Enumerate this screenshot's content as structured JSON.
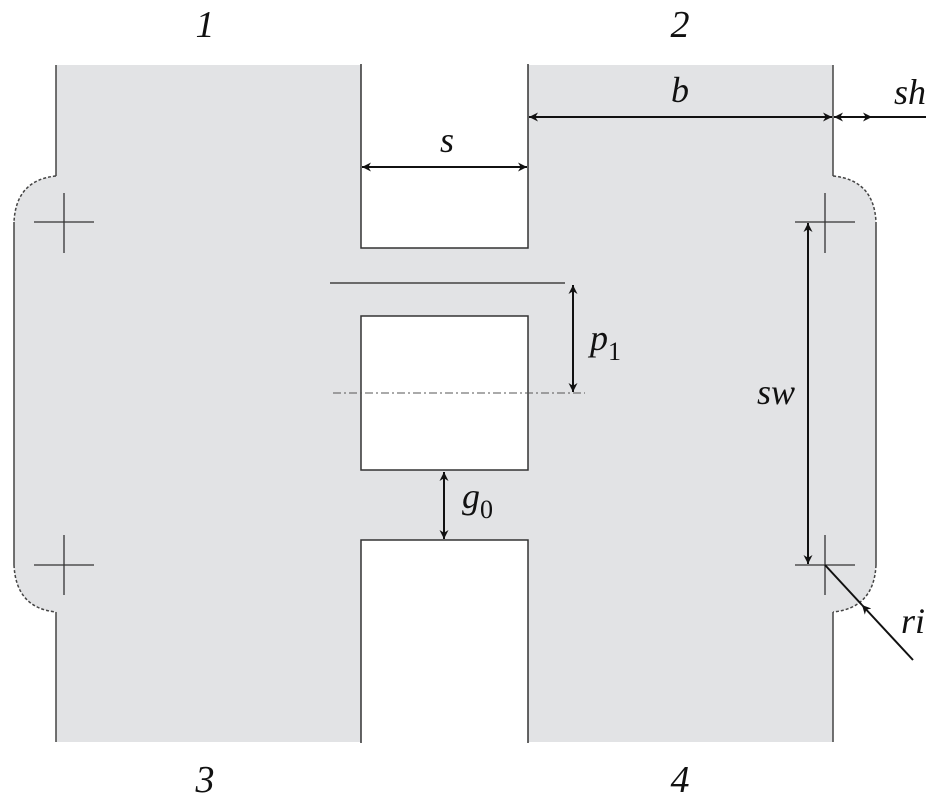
{
  "diagram": {
    "ports": [
      "1",
      "2",
      "3",
      "4"
    ],
    "dimensions": {
      "s": "s",
      "b": "b",
      "sh": "sh",
      "p1": {
        "base": "p",
        "sub": "1"
      },
      "sw": "sw",
      "g0": {
        "base": "g",
        "sub": "0"
      },
      "ri": "ri"
    },
    "colors": {
      "fill": "#e2e3e5",
      "line": "#333333",
      "arrow": "#111111"
    }
  }
}
